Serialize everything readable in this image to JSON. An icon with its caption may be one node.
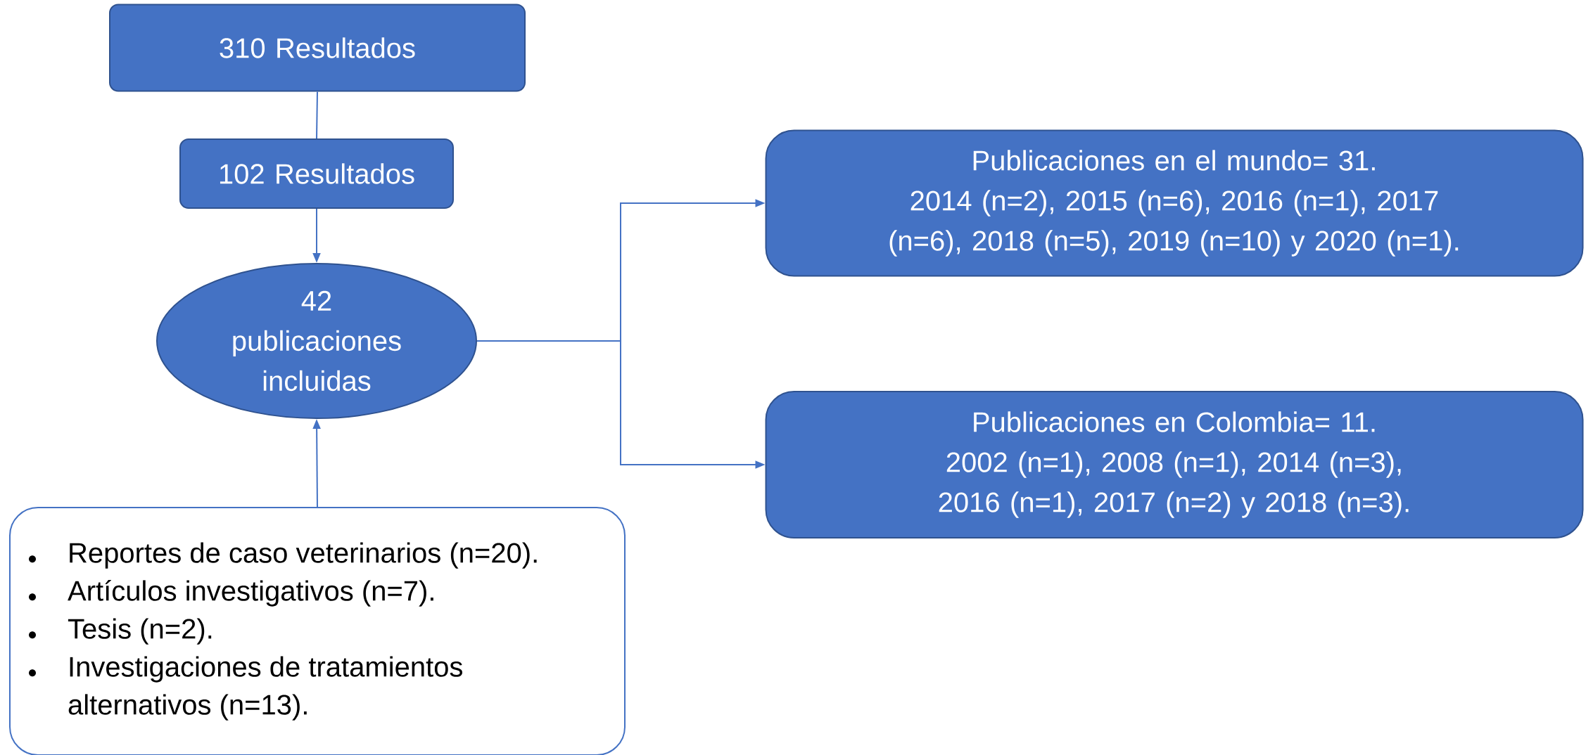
{
  "diagram": {
    "nodes": [
      {
        "text": [
          "310 Resultados"
        ]
      },
      {
        "text": [
          "102 Resultados"
        ]
      },
      {
        "text": [
          "42 publicaciones incluidas"
        ]
      },
      {
        "text": [
          "Reportes de caso veterinarios (n=20).",
          "Artículos investigativos (n=7).",
          "Tesis (n=2).",
          "Investigaciones de tratamientos alternativos (n=13)."
        ]
      },
      {
        "text": [
          "Publicaciones en el mundo= 31.",
          "2014 (n=2), 2015 (n=6), 2016 (n=1), 2017 (n=6), 2018 (n=5), 2019 (n=10) y 2020 (n=1)."
        ]
      },
      {
        "text": [
          "Publicaciones en Colombia= 11.",
          "2002 (n=1), 2008 (n=1), 2014 (n=3), 2016 (n=1), 2017 (n=2) y 2018 (n=3)."
        ]
      }
    ],
    "edges": [
      {
        "from": 0,
        "to": 1,
        "arrow": "none"
      },
      {
        "from": 1,
        "to": 2,
        "arrow": "to"
      },
      {
        "from": 3,
        "to": 2,
        "arrow": "to"
      },
      {
        "from": 2,
        "to": 4,
        "arrow": "to"
      },
      {
        "from": 2,
        "to": 5,
        "arrow": "to"
      }
    ]
  }
}
